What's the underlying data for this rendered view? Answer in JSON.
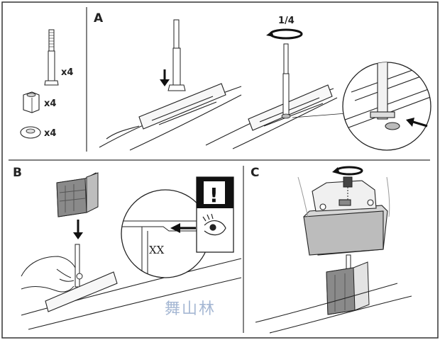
{
  "steps": {
    "a": "A",
    "b": "B",
    "c": "C"
  },
  "parts": [
    {
      "name": "bolt",
      "qty": "x4"
    },
    {
      "name": "nut",
      "qty": "x4"
    },
    {
      "name": "washer",
      "qty": "x4"
    }
  ],
  "turn_label": "1/4",
  "warning_symbol": "!",
  "marks": "XX",
  "watermark": "舞山林",
  "icons": [
    "rotate-arrow-icon",
    "down-arrow-icon",
    "left-arrow-icon",
    "warning-icon",
    "eye-icon"
  ]
}
